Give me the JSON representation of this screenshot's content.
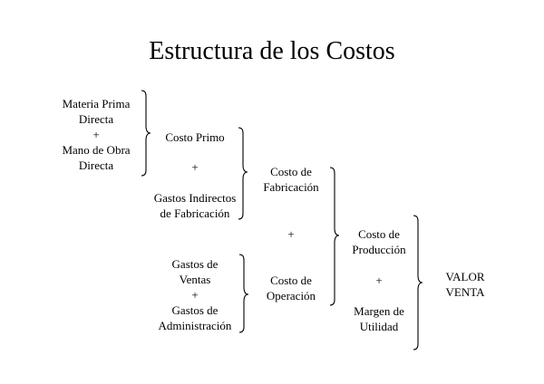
{
  "title": "Estructura de los Costos",
  "col1": {
    "line1": "Materia Prima",
    "line2": "Directa",
    "plus": "+",
    "line3": "Mano de Obra",
    "line4": "Directa"
  },
  "col2": {
    "costo_primo": "Costo Primo",
    "plus_a": "+",
    "gif_1": "Gastos Indirectos",
    "gif_2": "de Fabricación",
    "gv_1": "Gastos de",
    "gv_2": "Ventas",
    "plus_b": "+",
    "ga_1": "Gastos de",
    "ga_2": "Administración"
  },
  "col3": {
    "cf_1": "Costo de",
    "cf_2": "Fabricación",
    "plus": "+",
    "co_1": "Costo de",
    "co_2": "Operación"
  },
  "col4": {
    "cp_1": "Costo de",
    "cp_2": "Producción",
    "plus": "+",
    "mu_1": "Margen de",
    "mu_2": "Utilidad"
  },
  "col5": {
    "line1": "VALOR",
    "line2": "VENTA"
  }
}
